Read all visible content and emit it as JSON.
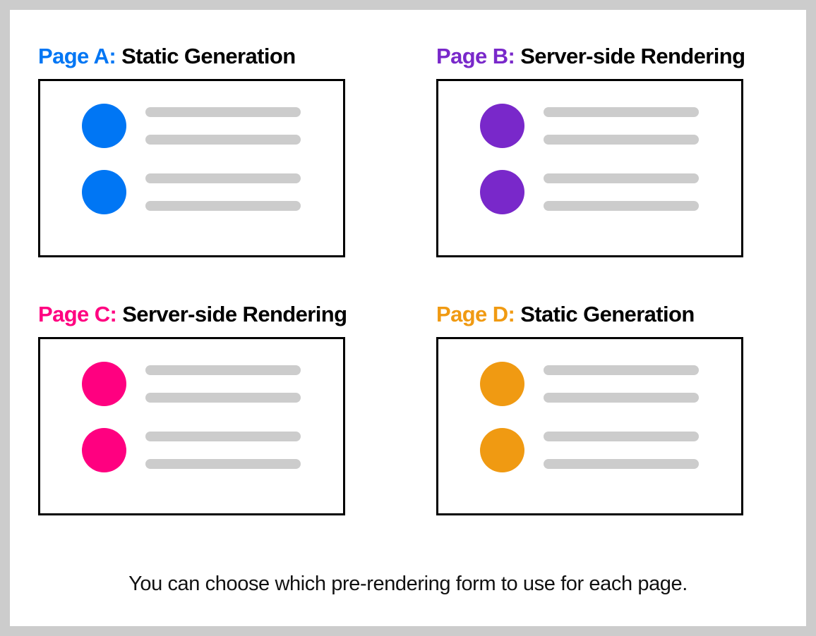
{
  "figure": {
    "background_color": "#cccccc",
    "canvas_color": "#ffffff",
    "card_border_color": "#000000",
    "placeholder_line_color": "#cccccc",
    "caption": "You can choose which pre-rendering form to use for each page."
  },
  "pages": [
    {
      "label": "Page A:",
      "mode": "Static Generation",
      "accent_color": "#0076f4",
      "avatar_icon": "circle-avatar-icon",
      "rows": [
        {
          "lines": 2
        },
        {
          "lines": 2
        }
      ]
    },
    {
      "label": "Page B:",
      "mode": "Server-side Rendering",
      "accent_color": "#7928ca",
      "avatar_icon": "circle-avatar-icon",
      "rows": [
        {
          "lines": 2
        },
        {
          "lines": 2
        }
      ]
    },
    {
      "label": "Page C:",
      "mode": "Server-side Rendering",
      "accent_color": "#ff0080",
      "avatar_icon": "circle-avatar-icon",
      "rows": [
        {
          "lines": 2
        },
        {
          "lines": 2
        }
      ]
    },
    {
      "label": "Page D:",
      "mode": "Static Generation",
      "accent_color": "#f09a12",
      "avatar_icon": "circle-avatar-icon",
      "rows": [
        {
          "lines": 2
        },
        {
          "lines": 2
        }
      ]
    }
  ]
}
